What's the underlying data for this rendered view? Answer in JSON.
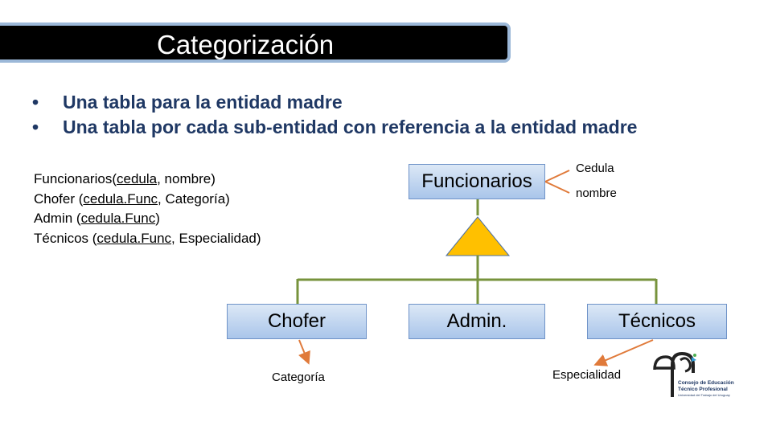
{
  "title": "Categorización",
  "bullets": [
    "Una tabla para la entidad madre",
    "Una tabla por cada sub-entidad con referencia a la entidad madre"
  ],
  "relations": {
    "r1": {
      "name": "Funcionarios(",
      "key": "cedula",
      "rest": ", nombre)"
    },
    "r2": {
      "name": "Chofer (",
      "key": "cedula.Func",
      "rest": ", Categoría)"
    },
    "r3": {
      "name": "Admin (",
      "key": "cedula.Func",
      "rest": ")"
    },
    "r4": {
      "name": "Técnicos  (",
      "key": "cedula.Func",
      "rest": ", Especialidad)"
    }
  },
  "entities": {
    "parent": "Funcionarios",
    "chofer": "Chofer",
    "admin": "Admin.",
    "tecnicos": "Técnicos"
  },
  "attributes": {
    "cedula": "Cedula",
    "nombre": "nombre",
    "categoria": "Categoría",
    "especialidad": "Especialidad"
  },
  "logo": {
    "line1": "Consejo de Educación",
    "line2": "Técnico Profesional",
    "line3": "Universidad del Trabajo del Uruguay"
  },
  "colors": {
    "connector": "#77933c",
    "triangle": "#ffc000",
    "attr_arrow": "#e07a3a",
    "bullet_text": "#1f3864"
  }
}
